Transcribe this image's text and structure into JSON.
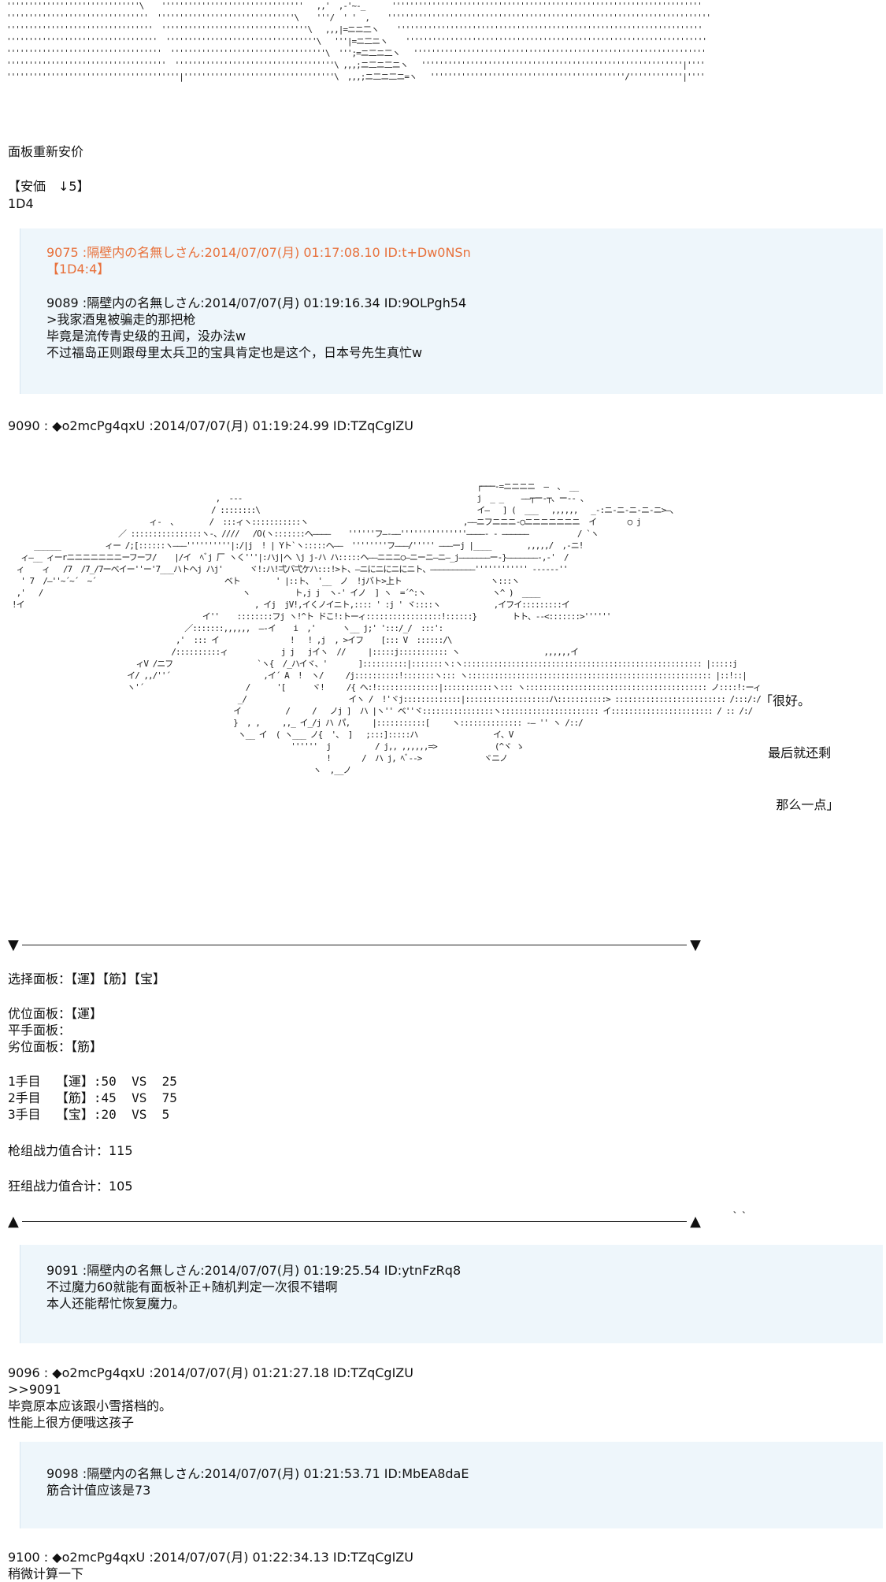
{
  "top_art": {
    "block": "''''''''''''''''''''''''''''''\\    ''''''''''''''''''''''''''''''''   ,,'  ,-'~-_      ''''''''''''''''''''''''''''''''''''''''''''''''''''''''''''''''''''''\n''''''''''''''''''''''''''''''''  '''''''''''''''''''''''''''''''\\    '''/  ' '  ,    '''''''''''''''''''''''''''''''''''''''''''''''''''''''''''''''''''''''''\n'''''''''''''''''''''''''''''''''  '''''''''''''''''''''''''''''''''\\   ,,,|=ニニ二ヽ    '''''''''''''''''''''''''''''''''''''''''''''''''''''''''''''''''''''\n''''''''''''''''''''''''''''''''''  ''''''''''''''''''''''''''''''''''\\   '''|=ニ二ニヽ    ''''''''''''''''''''''''''''''''''''''''''''''''''''''''''''''''''''\n'''''''''''''''''''''''''''''''''''  '''''''''''''''''''''''''''''''''''\\  ''';=ニ二ニ二ヽ   ''''''''''''''''''''''''''''''''''''''''''''''''''''''''''''''''''\n''''''''''''''''''''''''''''''''''''  ''''''''''''''''''''''''''''''''''''\\ ,,,;ニ二ニ二ニヽ   '''''''''''''''''''''''''''''''''''''''''''''''''''''''''''|''''\n'''''''''''''''''''''''''''''''''''''''|''''''''''''''''''''''''''''''''''\\  ,,,;ニ二ニ二ニ=ヽ   ''''''''''''''''''''''''''''''''''''''''''''/''''''''''''|''''"
  },
  "post_intro": {
    "lines": [
      "面板重新安价",
      "【安価　↓5】",
      "1D4"
    ]
  },
  "quote1": {
    "header_a": "9075 :隔壁内の名無しさん:2014/07/07(月) 01:17:08.10 ID:t+Dw0NSn",
    "roll": "【1D4:4】",
    "header_b": "9089 :隔壁内の名無しさん:2014/07/07(月) 01:19:16.34 ID:9OLPgh54",
    "body": [
      ">我家酒鬼被骗走的那把枪",
      "毕竟是流传青史级的丑闻，没办法w",
      "不过福岛正则跟母里太兵卫的宝具肯定也是这个，日本号先生真忙w"
    ]
  },
  "post9090": {
    "header": "9090 : ◆o2mcPg4qxU :2014/07/07(月) 01:19:24.99 ID:TZqCgIZU"
  },
  "main_art": {
    "block": "                                                                                                         ┌───‐=ニニニニ  ―  、 __\n                                              ,  ---                                                     j  _ _    ――┬ー‐┬、ー‐‐ 、\n                                             / ::::::::\\                                                 イ―   ] (  ___   ,,,,,,   _-:ニ-ニ-ニ-ニ-ニ>―、\n                               ィ-  、       /  :::ィヽ:::::::::::ヽ                                   ,――ニフニニニ‐○ニニニニニニニ  イ       ○ j\n                        ／ ::::::::::::::::ヽ-、////   /O(ヽ:::::::ヘ――――    ''''''フ―‐――'''''''''''''''――――‐ - ――――――           / `ヽ\n     ______          ィー /;[::::::ヽ―――''''''''''|:/|j  ! | Yト`ヽ:::::ヘ――  ''''''''フ―――/''''' ―――ーj |____        ,,,,,/  ,‐ニ!\n  ィ―__ ィーrニニニニニニニーフーフ/    |/イ  ﾍﾞj 厂 ヽく'''|:ハj|ヘ \\j j-ハ ハ:::::ヘ――ニニニ○―ニーニ―ニ―_j―――――――ー‐}―――――――‐,-'  /\n ィ    ィ   /7  /7_/7ーベイー''ー'7___ハトヘj ハj'      ヾ!:ハ!弌バ弌ケハ:::!>ト、―ニにニにニにニト、――――――――――'''''''''''' ------''\n  ' 7  /―''~´~´  ~´                             ベト        ' |::ト、 '__  ノ  !jバト>上ト                    ヽ:::ヽ\n ,'   /                                             ヽ          ト,j j  ヽ-' イノ  ] ヽ  =´^:ヽ               ヽ^ )  ____\n!イ                                                    , イj  jV!,イくノイニト,:::: ' :j ' ヾ::::ヽ            ,イフイ:::::::::イ\n                                           イ''    ::::::::フj ヽ!^ト ドこ!:トーィ:::::::::::::::::!::::::}        トト、‐‐<:::::::>''''''\n                                       ／:::::::,,,,,,  ―‐イ    i  ,'      ヽ__ j;' ':::/_/  :::':\n                                     ,'  ::: イ                !   ! ,j  , >イフ    [::: V  ::::::/\\\n                                    /::::::::::ィ            j j   jイヽ  //     |:::::j::::::::::: ヽ                   ,,,,,,イ\n                            ィV /ニフ                   `ヽ{  /_ハイヾ、'       ]::::::::::|:::::::ヽ:ヽ:::::::::::::::::::::::::::::::::::::::::::::::::::::: |:::::j\n                          イ/ ,,/''´                     ,イ´ A  !  ヽ/     /j::::::::::!:::::::ヽ::: ヽ::::::::::::::::::::::::::::::::::::::::::::::::::::::: |::!::|\n                          ヽ'´                       /      '[      ヾ!     /{ ヘ:!::::::::::::::|:::::::::::ヽ::: ヽ::::::::::::::::::::::::::::::::::::::::: ノ::::!:ーィ\n                                                   _/                       イヽ /  !'ヾj:::::::::::::|:::::::::::::::::::ハ:::::::::::> ::::::::::::::::::::::::: /:::/:/\n                                                  イ          /     /   ノj ]  ハ |ヽ'' ベ''ヾ::::::::::::::::ヽ:::::::::::::::::::::: イ::::::::::::::::::::::: / :: /:/\n                                                  }  , ,     ,,_ イ_/j ハ パ,     |:::::::::::[     ヽ:::::::::::::: -― '' ヽ /::/\n                                                   ヽ__ イ  ( ヽ___ ノ{  '、 ]   ;:::]:::::ハ                 イ、V\n                                                               ''''''  j          / j,, ,,,,,,=>             (^ヾ ゝ\n                                                                       !       /  ハ j, ﾍﾞ-‐>              ヾニノ\n                                                                    ヽ  ,__ノ"
  },
  "speech": {
    "lines": [
      "「很好。",
      "  最后就还剩",
      "    那么一点」"
    ]
  },
  "panel": {
    "select": "选择面板：【運】【筋】【宝】",
    "advantage": "优位面板：【運】",
    "even": "平手面板：",
    "disadvantage": "劣位面板：【筋】",
    "rounds": [
      "1手目  【運】:50  VS  25",
      "2手目  【筋】:45  VS  75",
      "3手目  【宝】:20  VS  5"
    ],
    "lance_total": "枪组战力值合计：115",
    "berserk_total": "狂组战力值合计：105"
  },
  "quote2": {
    "header": "9091 :隔壁内の名無しさん:2014/07/07(月) 01:19:25.54 ID:ytnFzRq8",
    "body": [
      "不过魔力60就能有面板补正+随机判定一次很不错啊",
      "本人还能帮忙恢复魔力。"
    ]
  },
  "post9096": {
    "header": "9096 : ◆o2mcPg4qxU :2014/07/07(月) 01:21:27.18 ID:TZqCgIZU",
    "body": [
      ">>9091",
      "毕竟原本应该跟小雪搭档的。",
      "性能上很方便哦这孩子"
    ]
  },
  "quote3": {
    "header": "9098 :隔壁内の名無しさん:2014/07/07(月) 01:21:53.71 ID:MbEA8daE",
    "body": [
      "筋合计值应该是73"
    ]
  },
  "post9100": {
    "header": "9100 : ◆o2mcPg4qxU :2014/07/07(月) 01:22:34.13 ID:TZqCgIZU",
    "partial": "稍微计算一下"
  },
  "separators": {
    "down": "▼",
    "up": "▲"
  },
  "stray_marks": "` `",
  "colors": {
    "quote_bg": "#eef6fb",
    "roll_text": "#e8703a"
  }
}
